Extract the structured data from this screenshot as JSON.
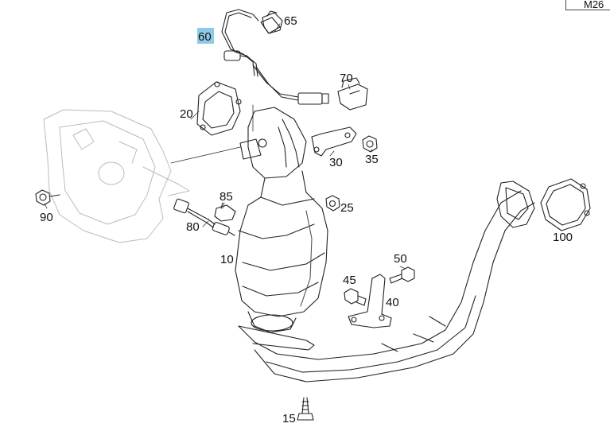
{
  "diagram_code": "M26",
  "highlight_color": "#8ec9e6",
  "callouts": {
    "c10": "10",
    "c15": "15",
    "c20": "20",
    "c25": "25",
    "c30": "30",
    "c35": "35",
    "c40": "40",
    "c45": "45",
    "c50": "50",
    "c60": "60",
    "c65": "65",
    "c70": "70",
    "c80": "80",
    "c85": "85",
    "c90": "90",
    "c100": "100"
  },
  "highlighted_callout": "60"
}
